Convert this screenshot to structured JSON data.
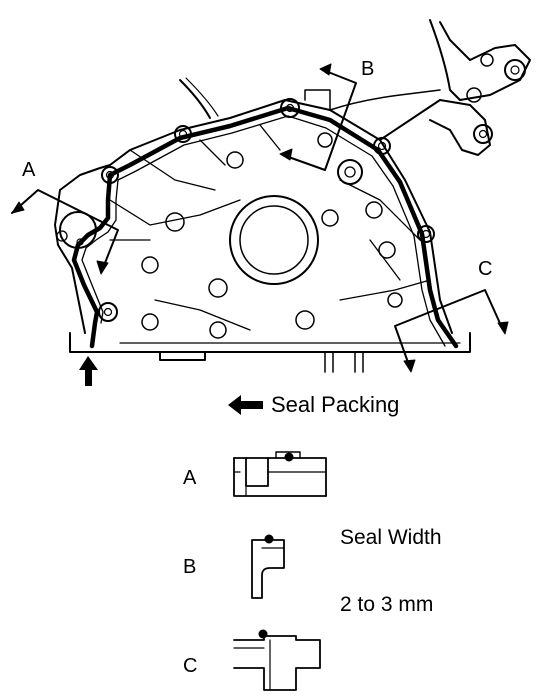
{
  "section_labels": {
    "a": "A",
    "b": "B",
    "c": "C"
  },
  "legend": {
    "text": "Seal Packing"
  },
  "detail_labels": {
    "a": "A",
    "b": "B",
    "c": "C"
  },
  "seal_width": {
    "label": "Seal Width",
    "value": "2 to 3 mm"
  },
  "colors": {
    "line": "#000000",
    "background": "#ffffff"
  },
  "icons": {
    "legend_arrow": "arrow-left-icon",
    "start_arrow": "arrow-up-icon"
  }
}
